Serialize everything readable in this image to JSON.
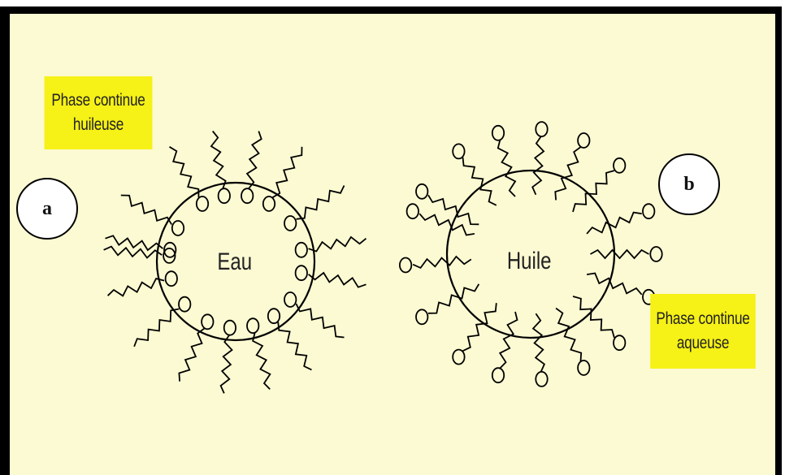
{
  "labels": {
    "left_phase_line1": "Phase continue",
    "left_phase_line2": "huileuse",
    "right_phase_line1": "Phase continue",
    "right_phase_line2": "aqueuse",
    "badge_a": "a",
    "badge_b": "b",
    "left_core": "Eau",
    "right_core": "Huile"
  },
  "colors": {
    "background": "#fcfad2",
    "label_highlight": "#f6f116",
    "line": "#000000"
  }
}
